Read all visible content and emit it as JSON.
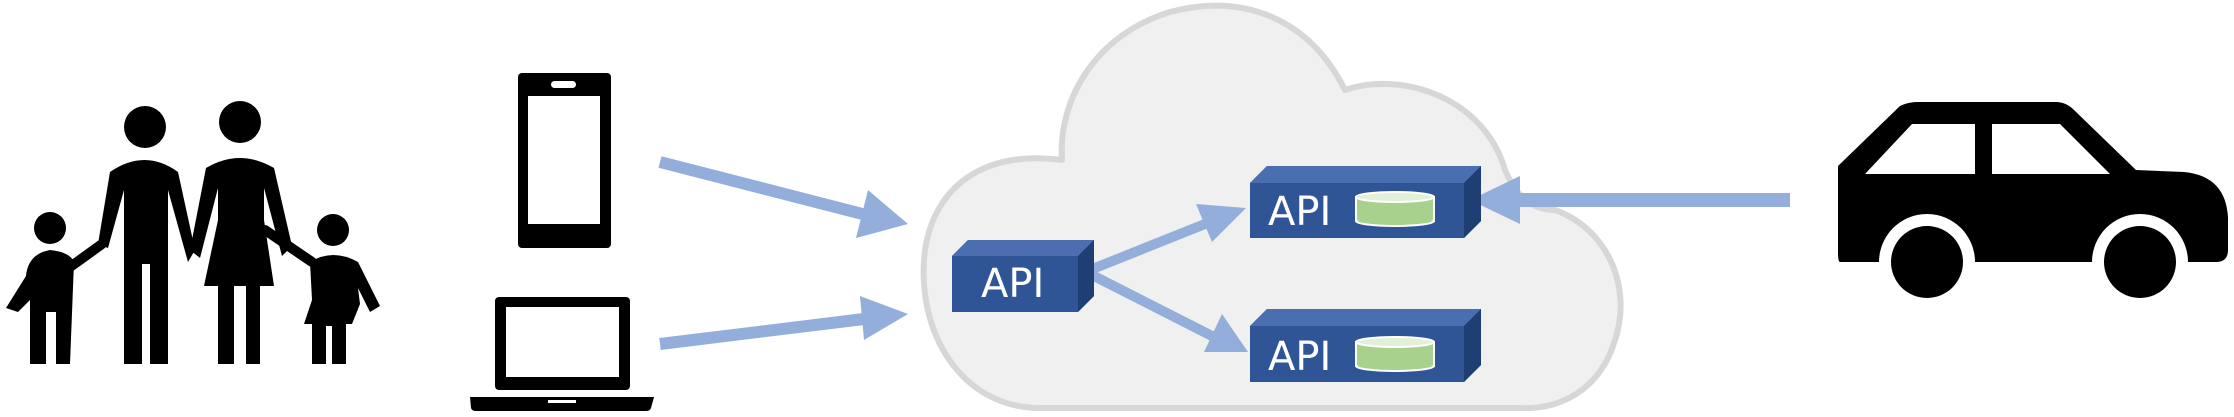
{
  "diagram": {
    "icons": {
      "family": "family-icon",
      "phone": "smartphone-icon",
      "laptop": "laptop-icon",
      "cloud": "cloud-icon",
      "car": "car-icon"
    },
    "api_boxes": [
      {
        "id": "gateway",
        "label": "API",
        "has_database": false
      },
      {
        "id": "service-top",
        "label": "API",
        "has_database": true
      },
      {
        "id": "service-bottom",
        "label": "API",
        "has_database": true
      }
    ],
    "colors": {
      "arrow": "#94AEDC",
      "api_box": "#2F5597",
      "api_box_top": "#4A6EAF",
      "api_box_side": "#1F3E73",
      "database": "#A9D18E",
      "cloud_fill": "#F0F0F0",
      "cloud_stroke": "#D7D7D7",
      "silhouette": "#000000"
    }
  }
}
